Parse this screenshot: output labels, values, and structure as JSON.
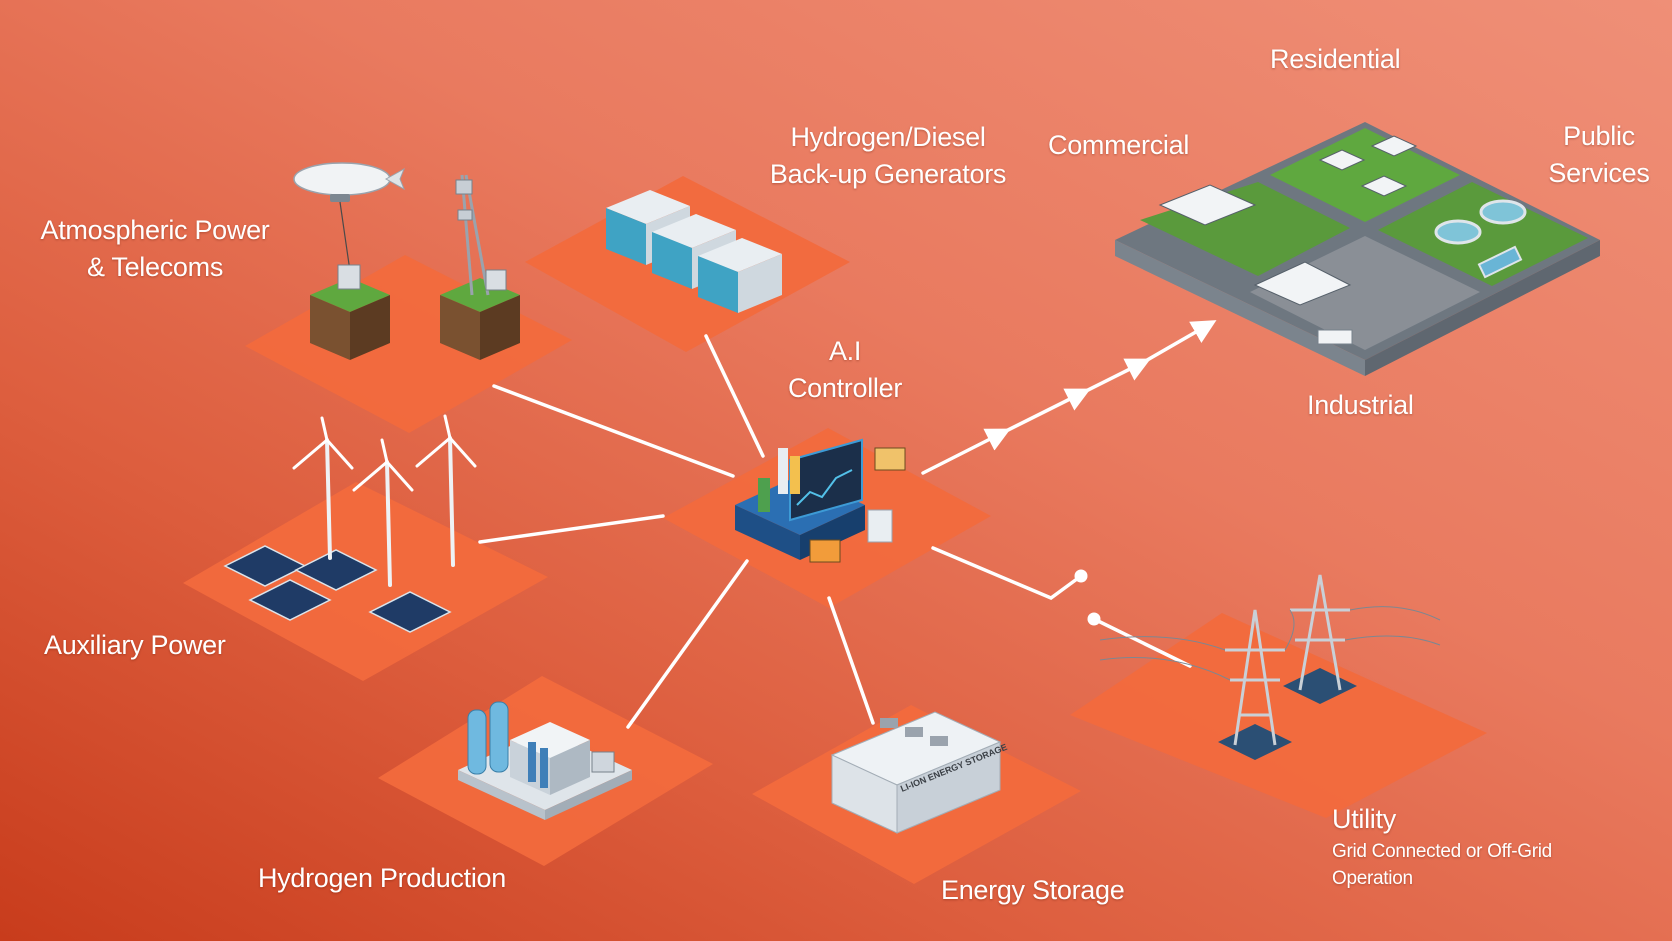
{
  "diagram": {
    "nodes": {
      "atmospheric": {
        "line1": "Atmospheric Power",
        "line2": "& Telecoms",
        "icon": "airship-telecom-tower-icon"
      },
      "generators": {
        "line1": "Hydrogen/Diesel",
        "line2": "Back-up Generators",
        "icon": "generator-icon"
      },
      "controller": {
        "line1": "A.I",
        "line2": "Controller",
        "icon": "ai-controller-icon"
      },
      "auxiliary": {
        "label": "Auxiliary Power",
        "icon": "wind-solar-icon"
      },
      "hydrogen": {
        "label": "Hydrogen Production",
        "icon": "hydrogen-plant-icon"
      },
      "storage": {
        "label": "Energy Storage",
        "icon": "battery-container-icon",
        "container_text": "LI-ION ENERGY STORAGE"
      },
      "utility": {
        "label": "Utility",
        "sub1": "Grid Connected or Off-Grid",
        "sub2": "Operation",
        "icon": "transmission-tower-icon"
      }
    },
    "city": {
      "residential": "Residential",
      "commercial": "Commercial",
      "public_line1": "Public",
      "public_line2": "Services",
      "industrial": "Industrial"
    },
    "colors": {
      "tile": "#f26a3d",
      "line": "#ffffff",
      "ground": "#5fa83f",
      "road": "#8a8f96"
    }
  }
}
